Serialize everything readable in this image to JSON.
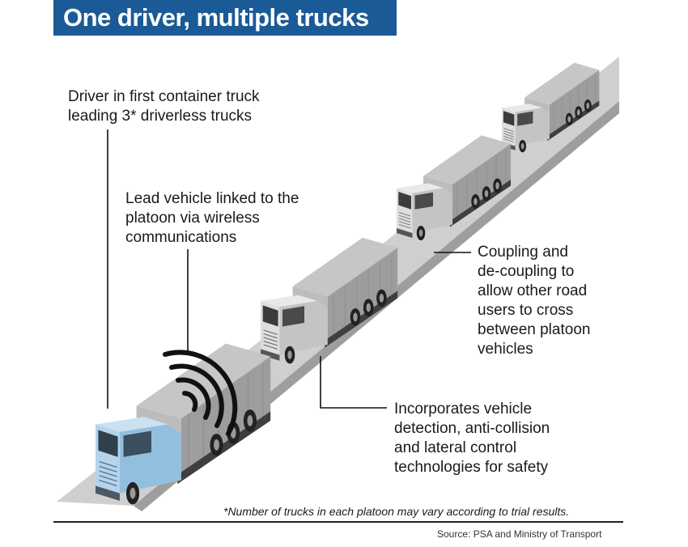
{
  "title": "One driver, multiple trucks",
  "callouts": {
    "driver": [
      "Driver in first container truck",
      "leading 3* driverless trucks"
    ],
    "wireless": [
      "Lead vehicle linked to the",
      "platoon via wireless",
      "communications"
    ],
    "coupling": [
      "Coupling and",
      "de-coupling to",
      "allow other road",
      "users to cross",
      "between platoon",
      "vehicles"
    ],
    "detection": [
      "Incorporates vehicle",
      "detection, anti-collision",
      "and lateral control",
      "technologies for safety"
    ]
  },
  "footnote": "*Number of trucks in each platoon may vary according to trial results.",
  "source": "Source: PSA and Ministry of Transport",
  "colors": {
    "banner": "#1a5a96",
    "lead_cab": "#a9cde6",
    "cab": "#e6e6e6",
    "container": "#a6a6a6",
    "road": "#cfcfcf"
  },
  "icons": {
    "wireless": "wireless-signal-icon",
    "trucks": "container-truck-icon"
  }
}
